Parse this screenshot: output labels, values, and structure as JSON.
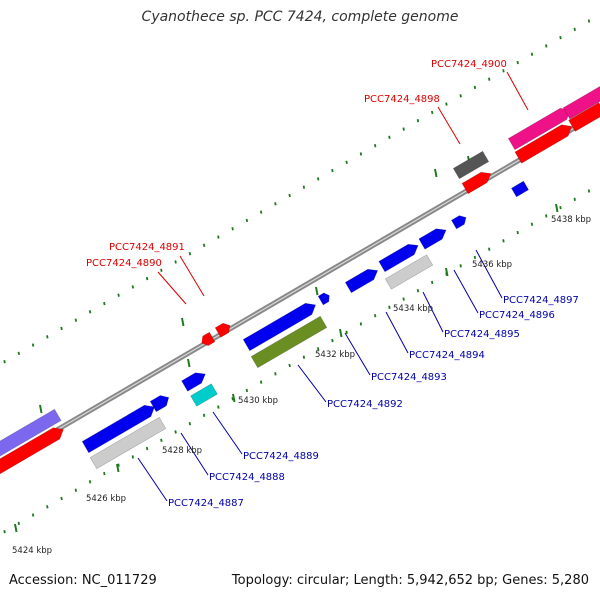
{
  "title": "Cyanothece sp. PCC 7424, complete genome",
  "accession": "Accession: NC_011729",
  "summary": "Topology: circular; Length: 5,942,652 bp; Genes: 5,280",
  "colors": {
    "backbone": "#888888",
    "tick": "#1f7a1f",
    "red_label": "#dd0000",
    "blue_label": "#0000aa",
    "gene_red": "#ff0000",
    "gene_blue": "#0000ee",
    "gene_grey": "#cccccc",
    "gene_darkgrey": "#555555",
    "gene_olive": "#6b8e23",
    "gene_cyan": "#00cccc",
    "gene_magenta": "#ee1188",
    "gene_purple": "#7b68ee"
  },
  "scale_labels": [
    "5424 kbp",
    "5426 kbp",
    "5428 kbp",
    "5430 kbp",
    "5432 kbp",
    "5434 kbp",
    "5436 kbp",
    "5438 kbp"
  ],
  "gene_labels": [
    "PCC7424_4900",
    "PCC7424_4898",
    "PCC7424_4891",
    "PCC7424_4890",
    "PCC7424_4897",
    "PCC7424_4896",
    "PCC7424_4895",
    "PCC7424_4894",
    "PCC7424_4893",
    "PCC7424_4892",
    "PCC7424_4889",
    "PCC7424_4888",
    "PCC7424_4887"
  ]
}
